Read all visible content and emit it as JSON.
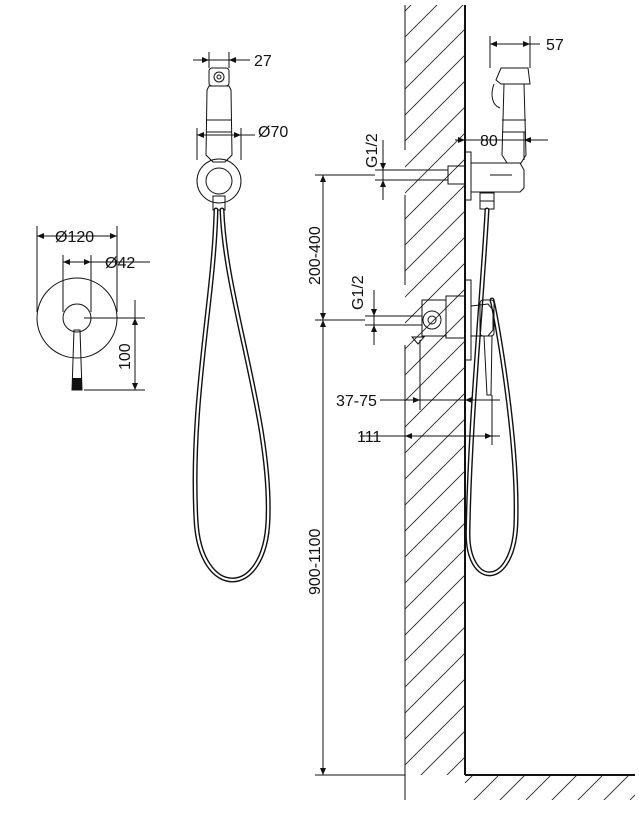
{
  "dimensions": {
    "spray_head_width": "27",
    "holder_diameter": "Ø70",
    "wall_plate_diameter": "Ø120",
    "handle_base_diameter": "Ø42",
    "lever_length": "100",
    "side_spray_width": "57",
    "side_holder_depth": "80",
    "outlet_thread": "G1/2",
    "inlet_thread": "G1/2",
    "outlet_to_inlet_height": "200-400",
    "inlet_to_floor_height": "900-1100",
    "mixer_depth_range": "37-75",
    "mixer_total_depth": "111"
  },
  "colors": {
    "line": "#111111",
    "background": "#ffffff"
  }
}
